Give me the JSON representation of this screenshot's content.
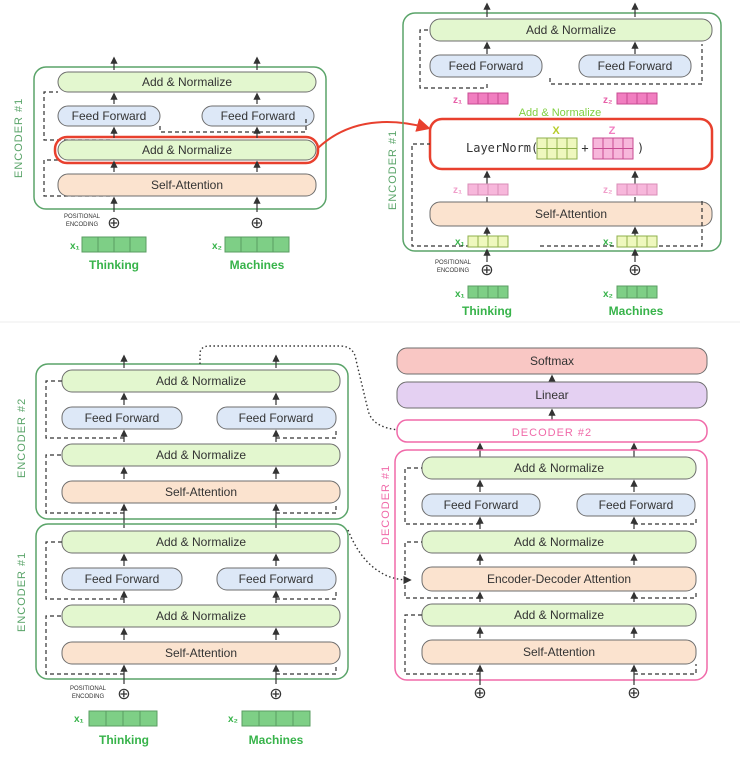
{
  "colors": {
    "encoder_frame": "#5aa469",
    "decoder_frame": "#f06aa9",
    "add_norm_fill": "#e3f7cf",
    "add_norm_stroke": "#6e6e6e",
    "ffn_fill": "#dde8f7",
    "attn_fill": "#fbe3cf",
    "softmax_fill": "#f9c7c4",
    "linear_fill": "#e4d0f2",
    "word_green": "#37b34a",
    "vector_green": "#7ecf86",
    "vector_pink": "#f17ec0",
    "vector_light_pink": "#f7b7db",
    "vector_light_green": "#eff8be",
    "highlight_red": "#e8402e"
  },
  "labels": {
    "add_normalize": "Add & Normalize",
    "feed_forward": "Feed Forward",
    "self_attention": "Self-Attention",
    "encoder_decoder_attention": "Encoder-Decoder Attention",
    "softmax": "Softmax",
    "linear": "Linear"
  },
  "top_left": {
    "encoder_label": "ENCODER #1",
    "positional_encoding": [
      "POSITIONAL",
      "ENCODING"
    ],
    "x1": "x₁",
    "x2": "x₂",
    "word1": "Thinking",
    "word2": "Machines",
    "plus": "⊕"
  },
  "top_right": {
    "encoder_label": "ENCODER #1",
    "z1": "z₁",
    "z2": "z₂",
    "x1": "x₁",
    "x2": "x₂",
    "ghost_add_normalize": "Add & Normalize",
    "layernorm_prefix": "LayerNorm(",
    "layernorm_plus": "+",
    "layernorm_suffix": ")",
    "x_header": "X",
    "z_header": "Z",
    "positional_encoding": [
      "POSITIONAL",
      "ENCODING"
    ],
    "word1": "Thinking",
    "word2": "Machines",
    "plus": "⊕"
  },
  "bottom_left": {
    "encoder2_label": "ENCODER #2",
    "encoder1_label": "ENCODER #1",
    "positional_encoding": [
      "POSITIONAL",
      "ENCODING"
    ],
    "x1": "x₁",
    "x2": "x₂",
    "word1": "Thinking",
    "word2": "Machines",
    "plus": "⊕"
  },
  "bottom_right": {
    "decoder2_label": "DECODER #2",
    "decoder1_label": "DECODER #1",
    "plus": "⊕"
  }
}
